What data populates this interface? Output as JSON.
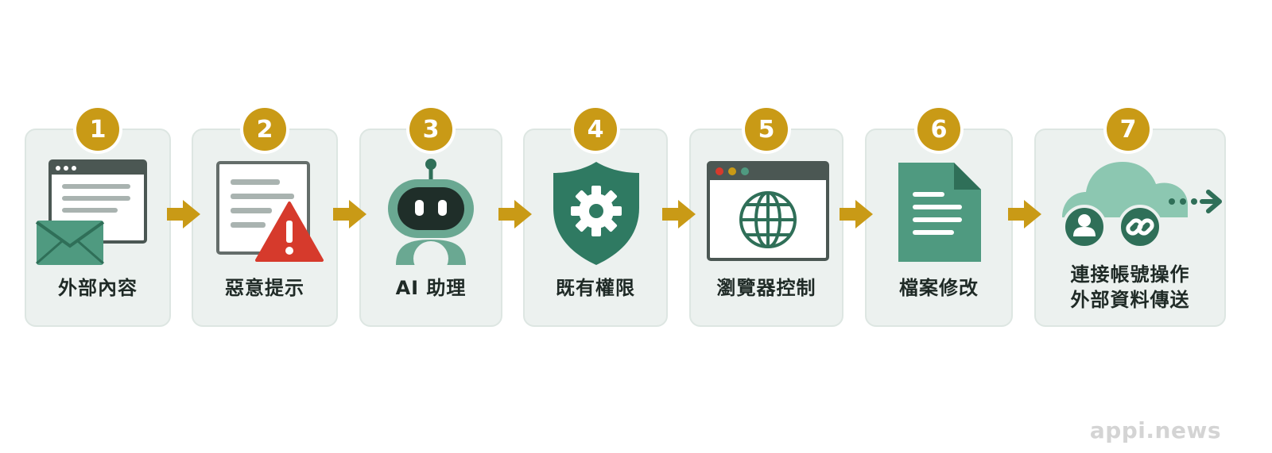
{
  "colors": {
    "card_bg": "#ecf1ef",
    "badge": "#c99a16",
    "arrow": "#c99a16",
    "green_dark": "#2f6f58",
    "green_mid": "#4f9a80",
    "green_light": "#8cc7b1",
    "alert_red": "#d63a2c"
  },
  "steps": [
    {
      "number": "1",
      "label_lines": [
        "外部內容"
      ],
      "icon": "browser-window-with-envelope-icon"
    },
    {
      "number": "2",
      "label_lines": [
        "惡意提示"
      ],
      "icon": "document-with-warning-icon"
    },
    {
      "number": "3",
      "label_lines": [
        "AI 助理"
      ],
      "icon": "robot-icon"
    },
    {
      "number": "4",
      "label_lines": [
        "既有權限"
      ],
      "icon": "shield-gear-icon"
    },
    {
      "number": "5",
      "label_lines": [
        "瀏覽器控制"
      ],
      "icon": "browser-globe-icon"
    },
    {
      "number": "6",
      "label_lines": [
        "檔案修改"
      ],
      "icon": "document-icon"
    },
    {
      "number": "7",
      "label_lines": [
        "連接帳號操作",
        "外部資料傳送"
      ],
      "icon": "cloud-account-link-icon"
    }
  ],
  "flow_connector": "arrow-right-icon",
  "watermark": "appi.news"
}
